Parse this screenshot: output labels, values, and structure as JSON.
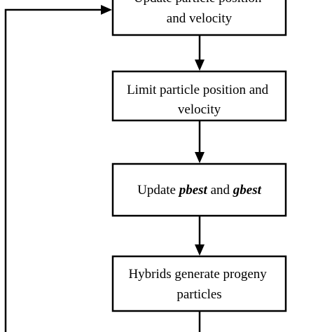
{
  "diagram": {
    "boxes": [
      {
        "id": "update-position-velocity",
        "lines": [
          [
            {
              "text": "Update particle position"
            }
          ],
          [
            {
              "text": "and velocity"
            }
          ]
        ]
      },
      {
        "id": "limit-position-velocity",
        "lines": [
          [
            {
              "text": "Limit particle position and"
            }
          ],
          [
            {
              "text": "velocity"
            }
          ]
        ]
      },
      {
        "id": "update-pbest-gbest",
        "lines": [
          [
            {
              "text": "Update "
            },
            {
              "text": "pbest",
              "emphasis": true
            },
            {
              "text": " and "
            },
            {
              "text": "gbest",
              "emphasis": true
            }
          ]
        ]
      },
      {
        "id": "hybrids-generate-progeny",
        "lines": [
          [
            {
              "text": "Hybrids generate progeny"
            }
          ],
          [
            {
              "text": "particles"
            }
          ]
        ]
      }
    ],
    "arrows": [
      {
        "from": "update-position-velocity",
        "to": "limit-position-velocity"
      },
      {
        "from": "limit-position-velocity",
        "to": "update-pbest-gbest"
      },
      {
        "from": "update-pbest-gbest",
        "to": "hybrids-generate-progeny"
      },
      {
        "from": "hybrids-generate-progeny",
        "to": "next-step-offscreen"
      }
    ],
    "feedback_loop": {
      "to": "update-position-velocity"
    }
  }
}
